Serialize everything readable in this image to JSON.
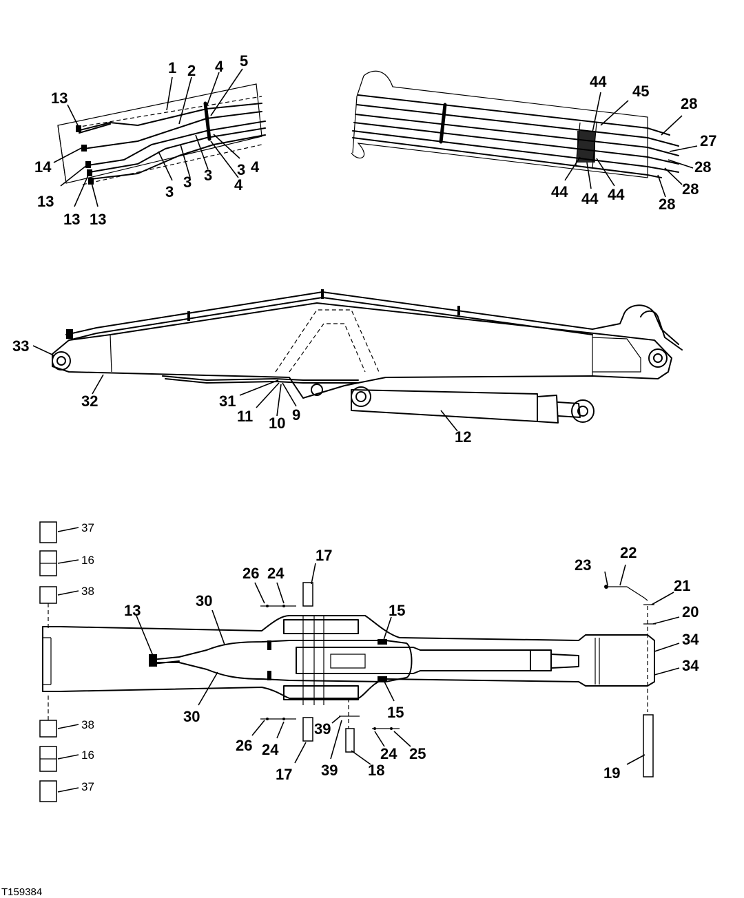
{
  "figure_ref": "T159384",
  "top_left_callouts": [
    "1",
    "2",
    "4",
    "5",
    "13",
    "14",
    "3",
    "3",
    "3",
    "3",
    "4",
    "4",
    "13",
    "13",
    "13"
  ],
  "top_right_callouts": [
    "44",
    "45",
    "28",
    "27",
    "28",
    "28",
    "28",
    "44",
    "44",
    "44"
  ],
  "middle_callouts": [
    "33",
    "32",
    "31",
    "11",
    "10",
    "9",
    "12"
  ],
  "bottom_callouts": [
    "37",
    "16",
    "38",
    "38",
    "16",
    "37",
    "13",
    "30",
    "30",
    "26",
    "24",
    "17",
    "15",
    "15",
    "26",
    "24",
    "17",
    "39",
    "39",
    "18",
    "24",
    "25",
    "23",
    "22",
    "21",
    "20",
    "34",
    "34",
    "19"
  ]
}
